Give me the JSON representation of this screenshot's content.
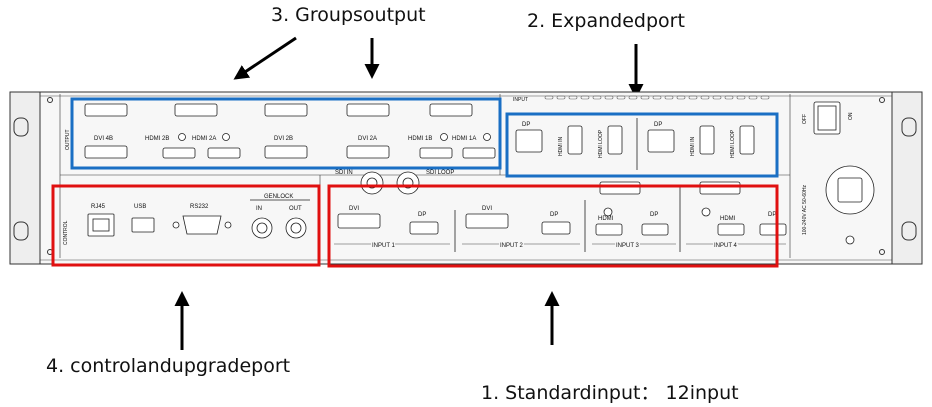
{
  "callouts": {
    "groups_output": "3. Groupsoutput",
    "expanded_port": "2. Expandedport",
    "control_upgrade": "4. controlandupgradeport",
    "standard_input": "1. Standardinput： 12input"
  },
  "panel": {
    "output_side": "OUTPUT",
    "control_side": "CONTROL",
    "input_top": "INPUT",
    "output_ports": [
      "DVI 4B",
      "HDMI 2B",
      "HDMI 2A",
      "DVI 2B",
      "DVI 2A",
      "HDMI 1B",
      "HDMI 1A"
    ],
    "expansion": [
      "DP",
      "HDMI IN",
      "HDMI LOOP",
      "DP",
      "HDMI IN",
      "HDMI LOOP"
    ],
    "control_ports": [
      "RJ45",
      "USB",
      "RS232",
      "GENLOCK",
      "IN",
      "OUT"
    ],
    "sdi": [
      "SDI IN",
      "SDI LOOP"
    ],
    "input_ports": [
      "DVI",
      "DP",
      "DVI",
      "DP",
      "HDMI",
      "DP",
      "HDMI",
      "DP"
    ],
    "input_groups": [
      "INPUT 1",
      "INPUT 2",
      "INPUT 3",
      "INPUT 4"
    ],
    "power": [
      "OFF",
      "ON"
    ],
    "power_spec": "100-240V  AC 50-60Hz"
  },
  "colors": {
    "blue_box": "#1a6fc4",
    "red_box": "#e01010"
  }
}
